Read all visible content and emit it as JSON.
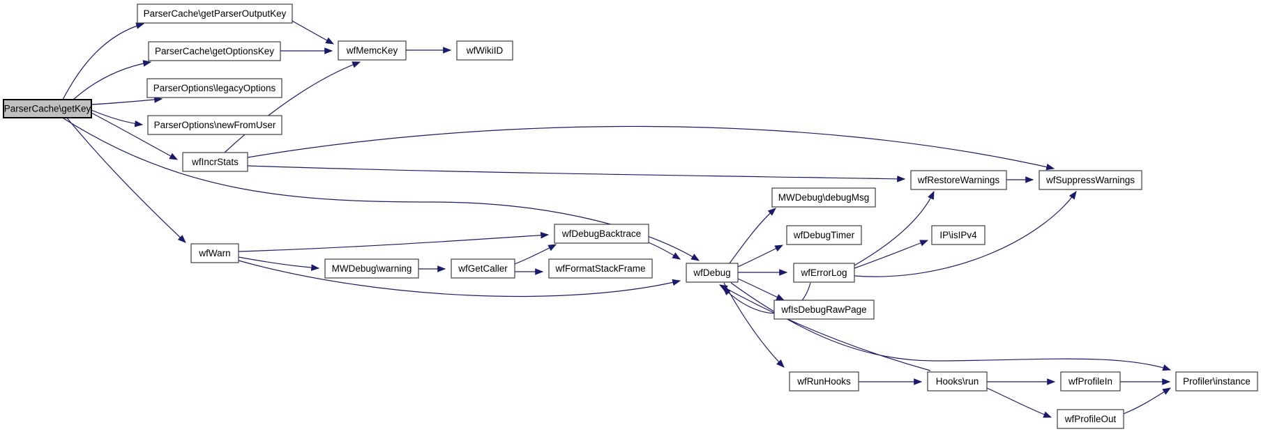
{
  "diagram": {
    "type": "call-graph",
    "background_color": "#ffffff",
    "edge_color": "#191970",
    "node_border_color": "#3d3d3d",
    "highlight_fill_color": "#c0c0c0",
    "nodes": [
      {
        "id": "getKey",
        "label": "ParserCache\\getKey",
        "highlighted": true
      },
      {
        "id": "getParserOutputKey",
        "label": "ParserCache\\getParserOutputKey",
        "highlighted": false
      },
      {
        "id": "getOptionsKey",
        "label": "ParserCache\\getOptionsKey",
        "highlighted": false
      },
      {
        "id": "legacyOptions",
        "label": "ParserOptions\\legacyOptions",
        "highlighted": false
      },
      {
        "id": "newFromUser",
        "label": "ParserOptions\\newFromUser",
        "highlighted": false
      },
      {
        "id": "wfIncrStats",
        "label": "wfIncrStats",
        "highlighted": false
      },
      {
        "id": "wfWarn",
        "label": "wfWarn",
        "highlighted": false
      },
      {
        "id": "wfMemcKey",
        "label": "wfMemcKey",
        "highlighted": false
      },
      {
        "id": "wfWikiID",
        "label": "wfWikiID",
        "highlighted": false
      },
      {
        "id": "MWDebug_warning",
        "label": "MWDebug\\warning",
        "highlighted": false
      },
      {
        "id": "wfGetCaller",
        "label": "wfGetCaller",
        "highlighted": false
      },
      {
        "id": "wfFormatStackFrame",
        "label": "wfFormatStackFrame",
        "highlighted": false
      },
      {
        "id": "wfDebugBacktrace",
        "label": "wfDebugBacktrace",
        "highlighted": false
      },
      {
        "id": "wfDebug",
        "label": "wfDebug",
        "highlighted": false
      },
      {
        "id": "MWDebug_debugMsg",
        "label": "MWDebug\\debugMsg",
        "highlighted": false
      },
      {
        "id": "wfDebugTimer",
        "label": "wfDebugTimer",
        "highlighted": false
      },
      {
        "id": "wfErrorLog",
        "label": "wfErrorLog",
        "highlighted": false
      },
      {
        "id": "wfIsDebugRawPage",
        "label": "wfIsDebugRawPage",
        "highlighted": false
      },
      {
        "id": "wfRunHooks",
        "label": "wfRunHooks",
        "highlighted": false
      },
      {
        "id": "Hooks_run",
        "label": "Hooks\\run",
        "highlighted": false
      },
      {
        "id": "wfProfileIn",
        "label": "wfProfileIn",
        "highlighted": false
      },
      {
        "id": "wfProfileOut",
        "label": "wfProfileOut",
        "highlighted": false
      },
      {
        "id": "Profiler_instance",
        "label": "Profiler\\instance",
        "highlighted": false
      },
      {
        "id": "wfRestoreWarnings",
        "label": "wfRestoreWarnings",
        "highlighted": false
      },
      {
        "id": "wfSuppressWarnings",
        "label": "wfSuppressWarnings",
        "highlighted": false
      }
    ],
    "edges": [
      {
        "from": "getKey",
        "to": "getParserOutputKey"
      },
      {
        "from": "getKey",
        "to": "getOptionsKey"
      },
      {
        "from": "getKey",
        "to": "legacyOptions"
      },
      {
        "from": "getKey",
        "to": "newFromUser"
      },
      {
        "from": "getKey",
        "to": "wfIncrStats"
      },
      {
        "from": "getKey",
        "to": "wfWarn"
      },
      {
        "from": "getKey",
        "to": "wfDebug"
      },
      {
        "from": "getParserOutputKey",
        "to": "wfMemcKey"
      },
      {
        "from": "getOptionsKey",
        "to": "wfMemcKey"
      },
      {
        "from": "wfIncrStats",
        "to": "wfMemcKey"
      },
      {
        "from": "wfIncrStats",
        "to": "wfRestoreWarnings"
      },
      {
        "from": "wfIncrStats",
        "to": "wfSuppressWarnings"
      },
      {
        "from": "wfMemcKey",
        "to": "wfWikiID"
      },
      {
        "from": "wfRestoreWarnings",
        "to": "wfSuppressWarnings"
      },
      {
        "from": "wfWarn",
        "to": "MWDebug_warning"
      },
      {
        "from": "wfWarn",
        "to": "wfDebugBacktrace"
      },
      {
        "from": "wfWarn",
        "to": "wfDebug"
      },
      {
        "from": "MWDebug_warning",
        "to": "wfGetCaller"
      },
      {
        "from": "wfGetCaller",
        "to": "wfDebugBacktrace"
      },
      {
        "from": "wfGetCaller",
        "to": "wfFormatStackFrame"
      },
      {
        "from": "wfDebugBacktrace",
        "to": "wfDebug"
      },
      {
        "from": "wfDebug",
        "to": "MWDebug_debugMsg"
      },
      {
        "from": "wfDebug",
        "to": "wfDebugTimer"
      },
      {
        "from": "wfDebug",
        "to": "wfErrorLog"
      },
      {
        "from": "wfDebug",
        "to": "wfIsDebugRawPage"
      },
      {
        "from": "wfDebug",
        "to": "wfRunHooks"
      },
      {
        "from": "wfDebug",
        "to": "Profiler_instance"
      },
      {
        "from": "wfErrorLog",
        "to": "wfDebug"
      },
      {
        "from": "wfErrorLog",
        "to": "IP_isIPv4"
      },
      {
        "from": "wfErrorLog",
        "to": "wfRestoreWarnings"
      },
      {
        "from": "wfErrorLog",
        "to": "wfSuppressWarnings"
      },
      {
        "from": "Hooks_run",
        "to": "wfDebug"
      },
      {
        "from": "wfRunHooks",
        "to": "Hooks_run"
      },
      {
        "from": "Hooks_run",
        "to": "wfProfileIn"
      },
      {
        "from": "Hooks_run",
        "to": "wfProfileOut"
      },
      {
        "from": "wfProfileIn",
        "to": "Profiler_instance"
      },
      {
        "from": "wfProfileOut",
        "to": "Profiler_instance"
      }
    ],
    "extra_nodes": [
      {
        "id": "IP_isIPv4",
        "label": "IP\\isIPv4",
        "highlighted": false
      }
    ]
  }
}
